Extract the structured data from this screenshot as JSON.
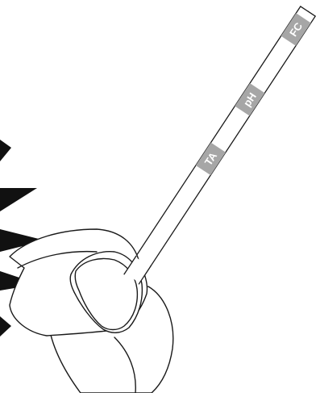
{
  "test_strip": {
    "pads": [
      {
        "label": "FC",
        "color": "#a6a6a6"
      },
      {
        "label": "pH",
        "color": "#a6a6a6"
      },
      {
        "label": "TA",
        "color": "#a6a6a6"
      }
    ]
  },
  "colors": {
    "outline": "#1a1a1a",
    "background": "#ffffff",
    "splash": "#111111"
  }
}
